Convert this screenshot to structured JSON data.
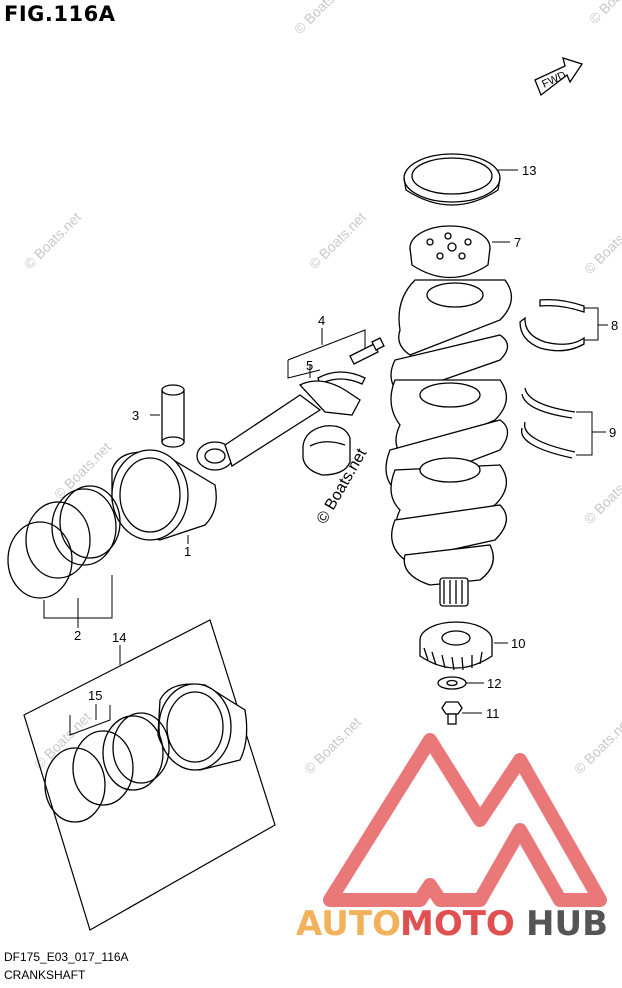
{
  "header": {
    "figure_title": "FIG.116A"
  },
  "footer": {
    "diagram_code": "DF175_E03_017_116A",
    "section_name": "CRANKSHAFT"
  },
  "fwd_label": "FWD",
  "watermark": {
    "text": "© Boats.net"
  },
  "callouts": [
    "1",
    "2",
    "3",
    "4",
    "5",
    "7",
    "8",
    "9",
    "10",
    "11",
    "12",
    "13",
    "14",
    "15"
  ],
  "logo": {
    "part1": "AUTO",
    "part2": "MOTO",
    "part3": "HUB",
    "colors": {
      "orange": "#f2b15a",
      "red": "#e05050",
      "gray": "#555555",
      "mark": "#e86060"
    }
  }
}
